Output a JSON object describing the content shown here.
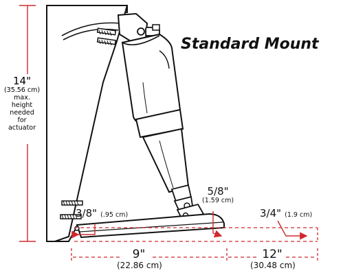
{
  "title": "Standard Mount",
  "height": {
    "value": "14\"",
    "metric": "(35.56 cm)",
    "note_lines": [
      "max.",
      "height",
      "needed",
      "for",
      "actuator"
    ]
  },
  "pivot_offset": {
    "value": "3/8\"",
    "metric": "(.95 cm)"
  },
  "hinge_offset": {
    "value": "5/8\"",
    "metric": "(1.59 cm)"
  },
  "tab_extension": {
    "value": "3/4\"",
    "metric": "(1.9 cm)"
  },
  "dim_9": {
    "value": "9\"",
    "metric": "(22.86 cm)"
  },
  "dim_12": {
    "value": "12\"",
    "metric": "(30.48 cm)"
  },
  "colors": {
    "dimension": "#d0282e",
    "ink": "#111111",
    "actuator_fill": "#ffffff"
  }
}
